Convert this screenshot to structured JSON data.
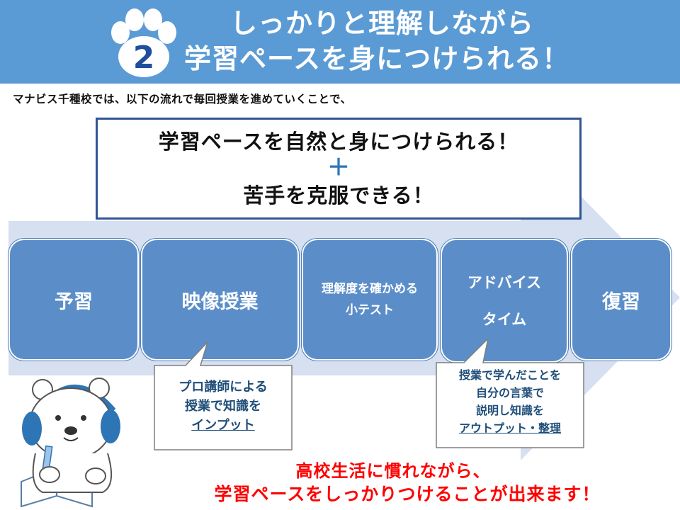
{
  "header": {
    "badge_number": "2",
    "title_line1": "しっかりと理解しながら",
    "title_line2": "学習ペースを身につけられる！"
  },
  "intro_text": "マナビス千種校では、以下の流れで毎回授業を進めていくことで、",
  "main_box": {
    "line1": "学習ペースを自然と身につけられる！",
    "plus": "＋",
    "line2": "苦手を克服できる！"
  },
  "steps": [
    {
      "label": "予習"
    },
    {
      "label": "映像授業"
    },
    {
      "label_line1": "理解度を確かめる",
      "label_line2": "小テスト"
    },
    {
      "label_line1": "アドバイス",
      "label_line2": "タイム"
    },
    {
      "label": "復習"
    }
  ],
  "callout_video": {
    "line1": "プロ講師による",
    "line2": "授業で知識を",
    "line3": "インプット"
  },
  "callout_advice": {
    "line1": "授業で学んだことを",
    "line2": "自分の言葉で",
    "line3": "説明し知識を",
    "line4": "アウトプット・整理"
  },
  "bottom_message": {
    "line1": "高校生活に慣れながら、",
    "line2": "学習ペースをしっかりつけることが出来ます！"
  },
  "colors": {
    "header_bg": "#5b9bd5",
    "step_bg": "#5b8ec9",
    "arrow_bg": "#d6e0f0",
    "box_border": "#2f5597",
    "accent_red": "#ff0000"
  }
}
